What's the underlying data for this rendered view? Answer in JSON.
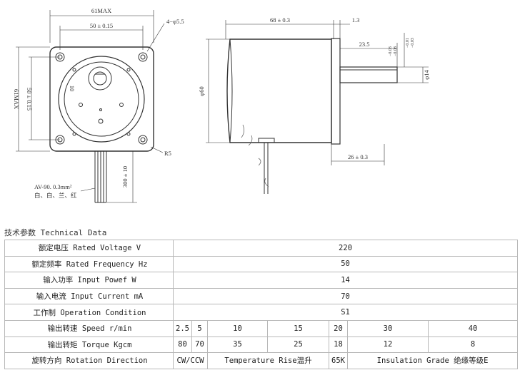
{
  "drawing": {
    "front": {
      "overall_width": "61MAX",
      "hole_spacing_h": "50 ± 0.15",
      "hole_spec": "4−φ5.5",
      "overall_height": "61MAX",
      "hole_spacing_v": "50 ± 0.15",
      "flat_dim": "10",
      "corner_radius": "R5",
      "lead_length": "300 ± 10",
      "wire_spec": "AV-90. 0.3mm²",
      "wire_colors": "白、白、兰、红"
    },
    "side": {
      "body_length": "68 ± 0.3",
      "flange": "1.3",
      "shaft_length": "23.5",
      "tol_1": "−0.03",
      "tol_1b": "−0.08",
      "tol_2": "−0.01",
      "tol_2b": "−0.03",
      "shaft_dia": "φ14",
      "body_dia": "φ60",
      "bottom_dim": "26 ± 0.3"
    }
  },
  "table": {
    "title": "技术参数 Technical Data",
    "rows": {
      "voltage": {
        "label": "额定电压 Rated Voltage V",
        "value": "220"
      },
      "frequency": {
        "label": "额定频率 Rated Frequency Hz",
        "value": "50"
      },
      "power": {
        "label": "输入功率 Input Powef W",
        "value": "14"
      },
      "current": {
        "label": "输入电流 Input Current mA",
        "value": "70"
      },
      "condition": {
        "label": "工作制 Operation Condition",
        "value": "S1"
      },
      "speed": {
        "label": "输出转速 Speed r/min",
        "values": [
          "2.5",
          "5",
          "10",
          "15",
          "20",
          "30",
          "40"
        ]
      },
      "torque": {
        "label": "输出转矩 Torque Kgcm",
        "values": [
          "80",
          "70",
          "35",
          "25",
          "18",
          "12",
          "8"
        ]
      },
      "rotation": {
        "label": "旋转方向 Rotation Direction",
        "direction": "CW/CCW",
        "temp_label": "Temperature Rise温升",
        "temp_value": "65K",
        "insulation": "Insulation Grade 绝缘等级E"
      }
    }
  }
}
